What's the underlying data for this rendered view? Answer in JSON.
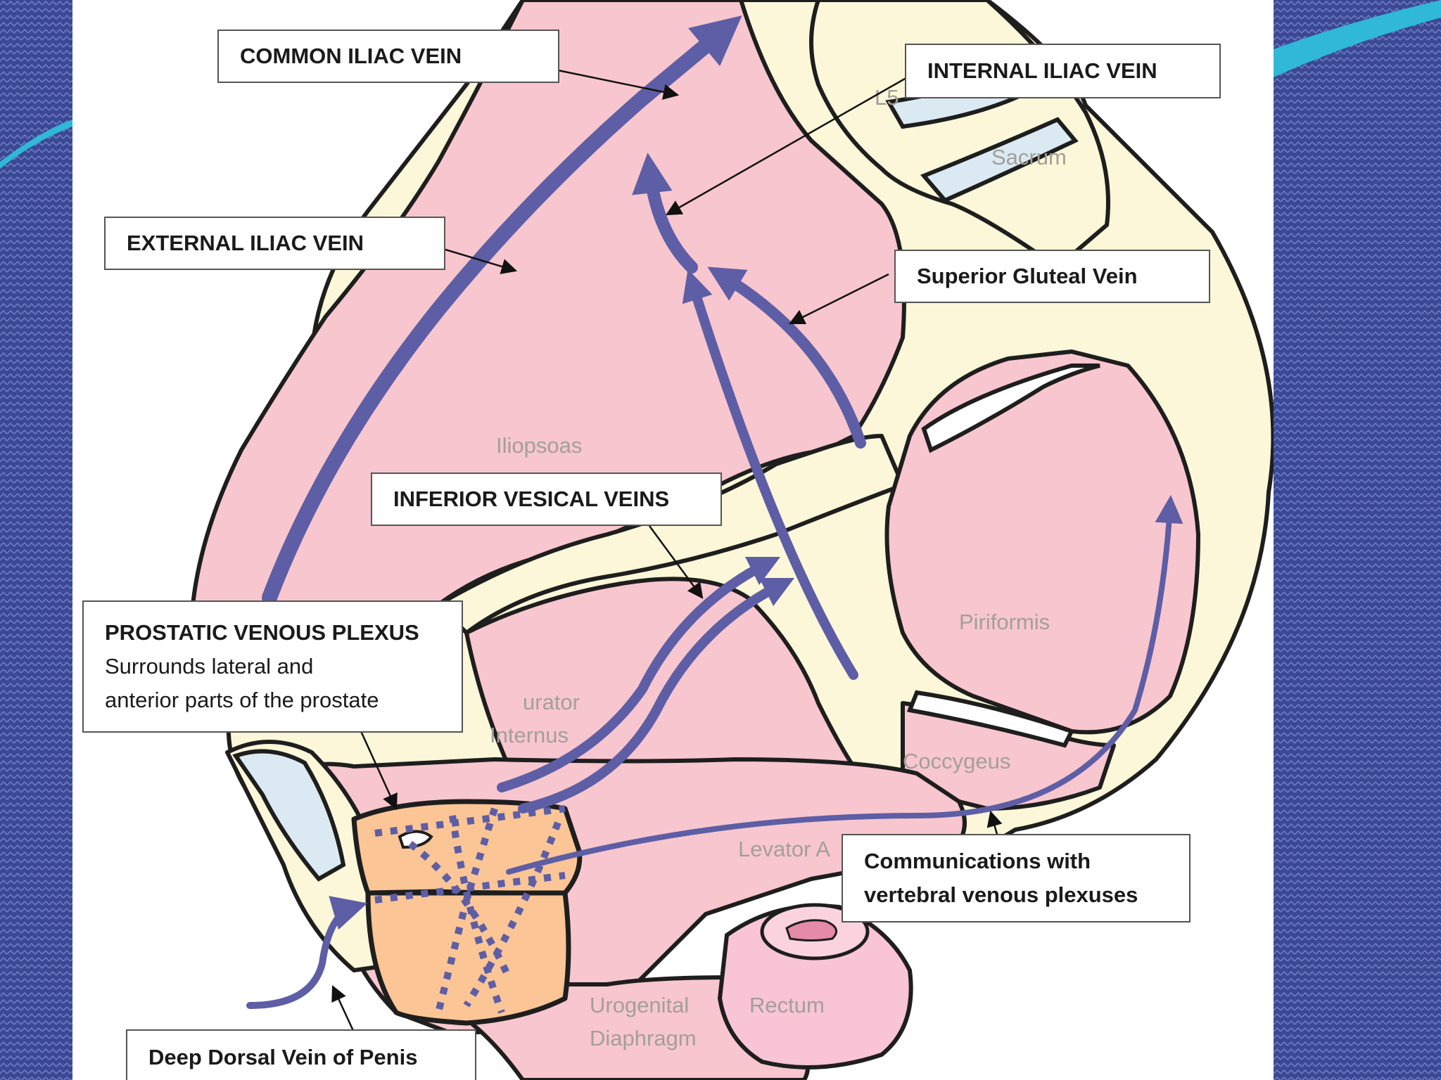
{
  "slide": {
    "background_color": "#3b4894",
    "accent_color": "#2fb8d8"
  },
  "diagram": {
    "regions": {
      "l5": "L5",
      "sacrum": "Sacrum",
      "iliopsoas": "Iliopsoas",
      "piriformis": "Piriformis",
      "obturator_line1": "urator",
      "obturator_line2": "Internus",
      "coccygeus": "Coccygeus",
      "levator": "Levator A",
      "urogenital_line1": "Urogenital",
      "urogenital_line2": "Diaphragm",
      "rectum": "Rectum"
    },
    "callouts": {
      "common_iliac_vein": "COMMON ILIAC VEIN",
      "internal_iliac_vein": "INTERNAL ILIAC VEIN",
      "external_iliac_vein": "EXTERNAL ILIAC VEIN",
      "superior_gluteal_vein": "Superior Gluteal Vein",
      "inferior_vesical_veins": "INFERIOR VESICAL VEINS",
      "prostatic_venous_plexus": {
        "title": "PROSTATIC VENOUS PLEXUS",
        "line1": "Surrounds lateral and",
        "line2": "anterior parts of the prostate"
      },
      "vertebral_communications": {
        "line1": "Communications with",
        "line2": "vertebral venous plexuses"
      },
      "deep_dorsal_vein": "Deep Dorsal Vein of Penis"
    },
    "colors": {
      "muscle": "#f8c6ce",
      "bone": "#fbf7d8",
      "prostate": "#fbc596",
      "vein_arrow": "#5d5ea5"
    }
  }
}
